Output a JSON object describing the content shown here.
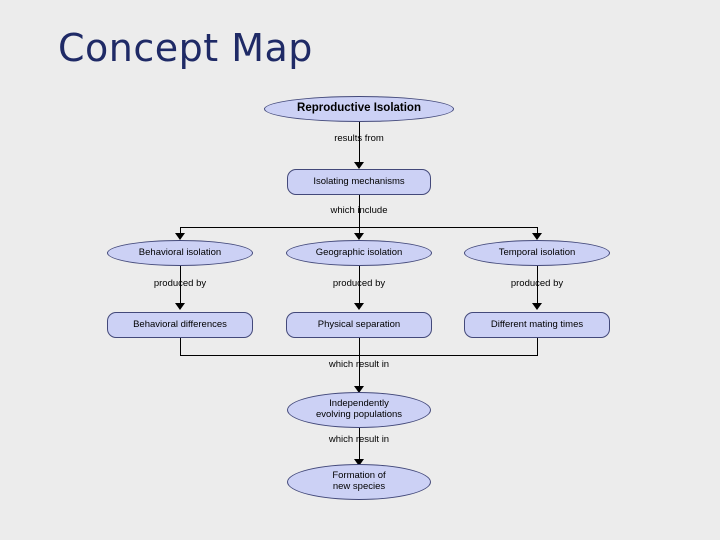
{
  "slide": {
    "title": "Concept Map",
    "background_color": "#ececec",
    "title_color": "#1f2a66",
    "node_fill": "#ccd1f5",
    "node_border": "#43497a"
  },
  "nodes": {
    "reproductive_isolation": "Reproductive Isolation",
    "isolating_mechanisms": "Isolating mechanisms",
    "behavioral_isolation": "Behavioral isolation",
    "geographic_isolation": "Geographic isolation",
    "temporal_isolation": "Temporal isolation",
    "behavioral_differences": "Behavioral differences",
    "physical_separation": "Physical separation",
    "different_mating_times": "Different mating times",
    "independently_evolving_populations": "Independently\nevolving populations",
    "formation_of_new_species": "Formation of\nnew species"
  },
  "connector_labels": {
    "results_from": "results from",
    "which_include": "which include",
    "produced_by_left": "produced by",
    "produced_by_center": "produced by",
    "produced_by_right": "produced by",
    "which_result_in_upper": "which result in",
    "which_result_in_lower": "which result in"
  }
}
